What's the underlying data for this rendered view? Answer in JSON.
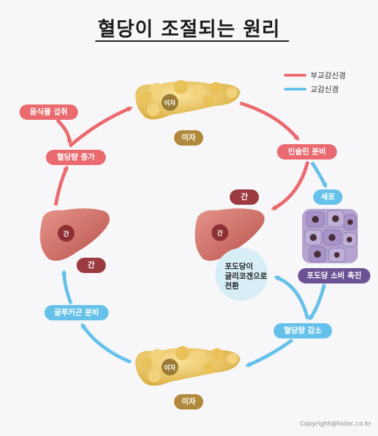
{
  "title": "혈당이 조절되는 원리",
  "legend": {
    "parasympathetic": "부교감신경",
    "sympathetic": "교감신경"
  },
  "colors": {
    "parasympathetic": "#ea6a6f",
    "sympathetic": "#66c1ea"
  },
  "organs": {
    "pancreas_top_label": "이자",
    "pancreas_top_caption": "이자",
    "pancreas_bottom_label": "이자",
    "pancreas_bottom_caption": "이자",
    "liver_left_label": "간",
    "liver_left_caption": "간",
    "liver_right_label": "간",
    "liver_right_caption": "간",
    "cells_caption": "세포"
  },
  "steps": {
    "food_intake": "음식물 섭취",
    "glucose_increase": "혈당량 증가",
    "insulin_secretion": "인슐린 분비",
    "glucose_consumption": "포도당 소비 촉진",
    "glucose_decrease": "혈당량 감소",
    "glucagon_secretion": "글루카곤 분비"
  },
  "conversion": {
    "line1": "포도당이",
    "line2": "글리코겐으로",
    "line3": "전환"
  },
  "copyright": "Copyright@hidoc.co.kr"
}
